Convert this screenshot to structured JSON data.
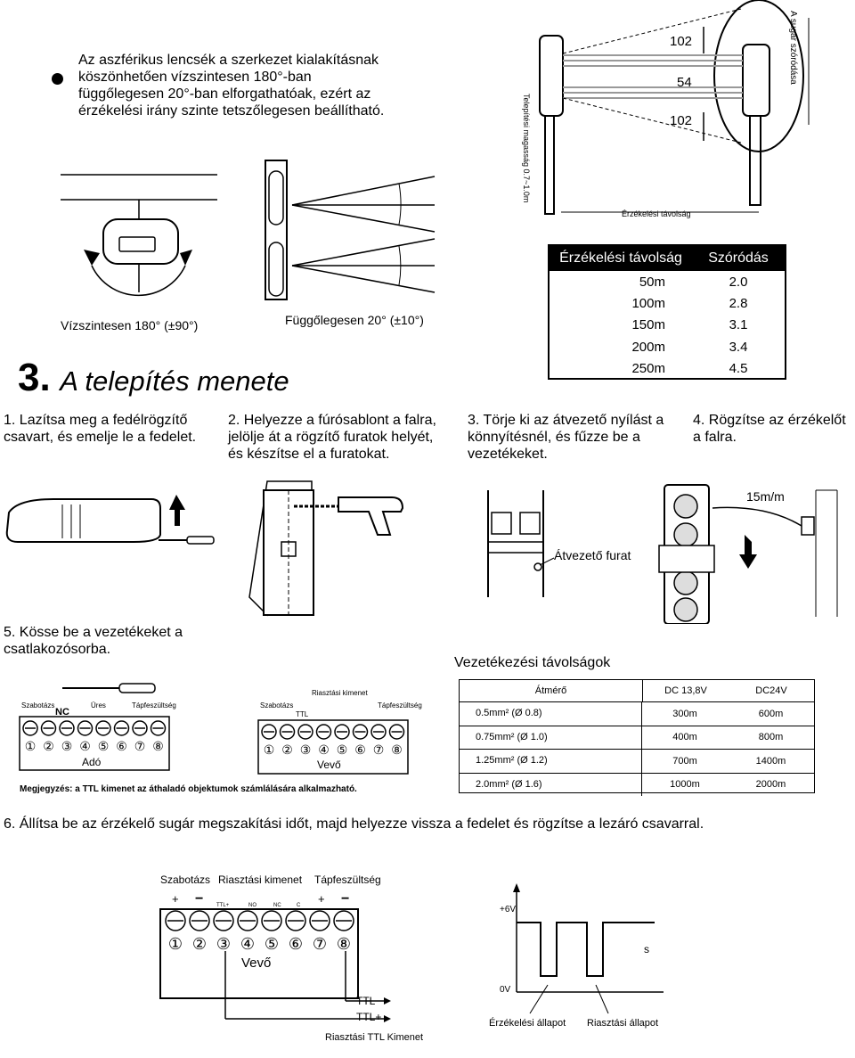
{
  "intro": {
    "text": [
      "Az aszférikus lencsék a szerkezet kialakításnak",
      "köszönhetően vízszintesen 180°-ban",
      "függőlegesen 20°-ban elforgathatóak, ezért az",
      "érzékelési irány szinte tetszőlegesen beállítható."
    ]
  },
  "fig_top": {
    "dim_102_top": "102",
    "dim_54": "54",
    "dim_102_bottom": "102",
    "label_height": "Telepítési magasság 0.7~1.0m",
    "label_spread": "A sugár szóródása",
    "label_distance": "Érzékelési távolság"
  },
  "fig_rotation": {
    "horizontal": "Vízszintesen 180° (±90°)",
    "vertical": "Függőlegesen 20° (±10°)"
  },
  "spread_table": {
    "headers": [
      "Érzékelési távolság",
      "Szóródás"
    ],
    "rows": [
      [
        "50m",
        "2.0"
      ],
      [
        "100m",
        "2.8"
      ],
      [
        "150m",
        "3.1"
      ],
      [
        "200m",
        "3.4"
      ],
      [
        "250m",
        "4.5"
      ]
    ]
  },
  "section": {
    "number": "3.",
    "title": "A telepítés menete"
  },
  "steps": {
    "s1": [
      "1. Lazítsa meg a fedélrögzítő",
      "csavart, és emelje le a fedelet."
    ],
    "s2": [
      "2. Helyezze a fúrósablont a falra,",
      "jelölje át a rögzítő furatok helyét,",
      "és készítse el a furatokat."
    ],
    "s3": [
      "3. Törje ki az átvezető nyílást a",
      "könnyítésnél, és fűzze be a",
      "vezetékeket."
    ],
    "s4": [
      "4. Rögzítse az érzékelőt",
      "a falra."
    ],
    "s5": [
      "5. Kösse be a vezetékeket a",
      "csatlakozósorba."
    ],
    "s6": "6. Állítsa be az érzékelő sugár megszakítási időt, majd helyezze vissza a fedelet és rögzítse a lezáró csavarral."
  },
  "fig_steps": {
    "through_hole": "Átvezető furat",
    "distance_15": "15m/m"
  },
  "terminals": {
    "sender_tamper": "Szabotázs",
    "sender_nc": "NC",
    "sender_empty": "Üres",
    "sender_power": "Tápfeszültség",
    "sender_label": "Adó",
    "receiver_tamper": "Szabotázs",
    "receiver_alarm": "Riasztási kimenet",
    "receiver_power": "Tápfeszültség",
    "receiver_ttl": "TTL",
    "receiver_label": "Vevő",
    "numbers": [
      "①",
      "②",
      "③",
      "④",
      "⑤",
      "⑥",
      "⑦",
      "⑧"
    ],
    "note": "Megjegyzés: a TTL kimenet az áthaladó objektumok számlálására alkalmazható."
  },
  "wiring_table": {
    "title": "Vezetékezési távolságok",
    "headers": [
      "Átmérő",
      "DC 13,8V",
      "DC24V"
    ],
    "rows": [
      [
        "0.5mm² (Ø 0.8)",
        "300m",
        "600m"
      ],
      [
        "0.75mm² (Ø 1.0)",
        "400m",
        "800m"
      ],
      [
        "1.25mm² (Ø 1.2)",
        "700m",
        "1400m"
      ],
      [
        "2.0mm² (Ø 1.6)",
        "1000m",
        "2000m"
      ]
    ]
  },
  "fig_bottom": {
    "tamper": "Szabotázs",
    "alarm": "Riasztási kimenet",
    "power": "Tápfeszültség",
    "plus": "+",
    "minus": "−",
    "ttl_plus_small": "TTL+",
    "no": "NO",
    "nc": "NC",
    "c": "C",
    "receiver": "Vevő",
    "ttl_minus": "TTL−",
    "ttl_plus": "TTL+",
    "ttl_output": "Riasztási TTL Kimenet",
    "v6": "+6V",
    "v0": "0V",
    "s": "s",
    "detect_state": "Érzékelési állapot",
    "alarm_state": "Riasztási állapot"
  }
}
